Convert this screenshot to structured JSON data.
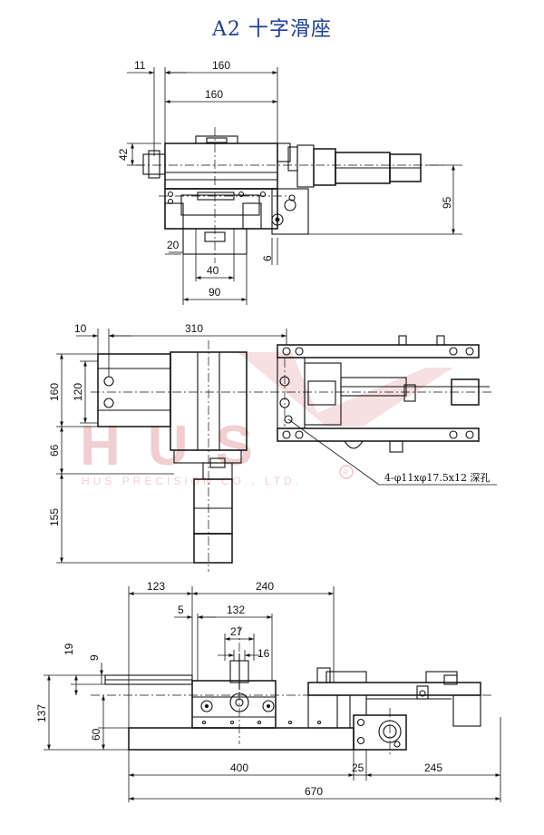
{
  "title": "A2 十字滑座",
  "colors": {
    "title": "#1f3f9a",
    "line": "#111111",
    "watermark": "#e7a7aa"
  },
  "watermark": {
    "brand": "HUS",
    "company": "HUS PRECISION CO., LTD.",
    "registered": "R"
  },
  "top_view": {
    "dims": {
      "offset": "11",
      "width_outer": "160",
      "width_inner": "160",
      "height_42": "42",
      "height_95": "95",
      "step_20": "20",
      "slot_40": "40",
      "base_90": "90",
      "gap_6": "6"
    }
  },
  "middle_view": {
    "dims": {
      "edge_10": "10",
      "length_310": "310",
      "height_160": "160",
      "pitch_120": "120",
      "depth_66": "66",
      "handle_155": "155"
    },
    "callout": "4-φ11xφ17.5x12 深孔"
  },
  "bottom_view": {
    "dims": {
      "d123": "123",
      "d240": "240",
      "d5": "5",
      "d132": "132",
      "d27": "27",
      "d16": "16",
      "d19": "19",
      "d9": "9",
      "d137": "137",
      "d60": "60",
      "d400": "400",
      "d25": "25",
      "d245": "245",
      "d670": "670"
    }
  }
}
